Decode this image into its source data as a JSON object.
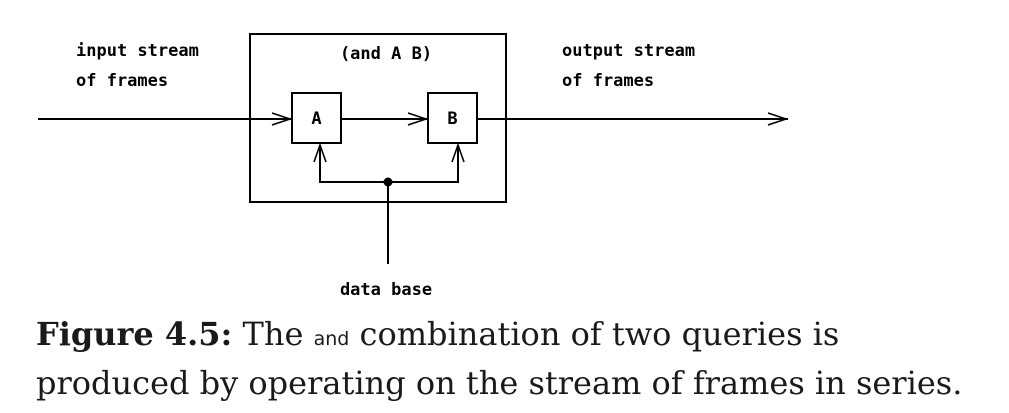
{
  "diagram": {
    "input_label": [
      "input stream",
      "of frames"
    ],
    "output_label": [
      "output stream",
      "of frames"
    ],
    "box_title": "(and A B)",
    "query_a": "A",
    "query_b": "B",
    "database_label": "data base"
  },
  "caption": {
    "figure_label": "Figure 4.5:",
    "text_before": " The ",
    "code_word": "and",
    "text_after": " combination of two queries is produced by operating on the stream of frames in series."
  }
}
